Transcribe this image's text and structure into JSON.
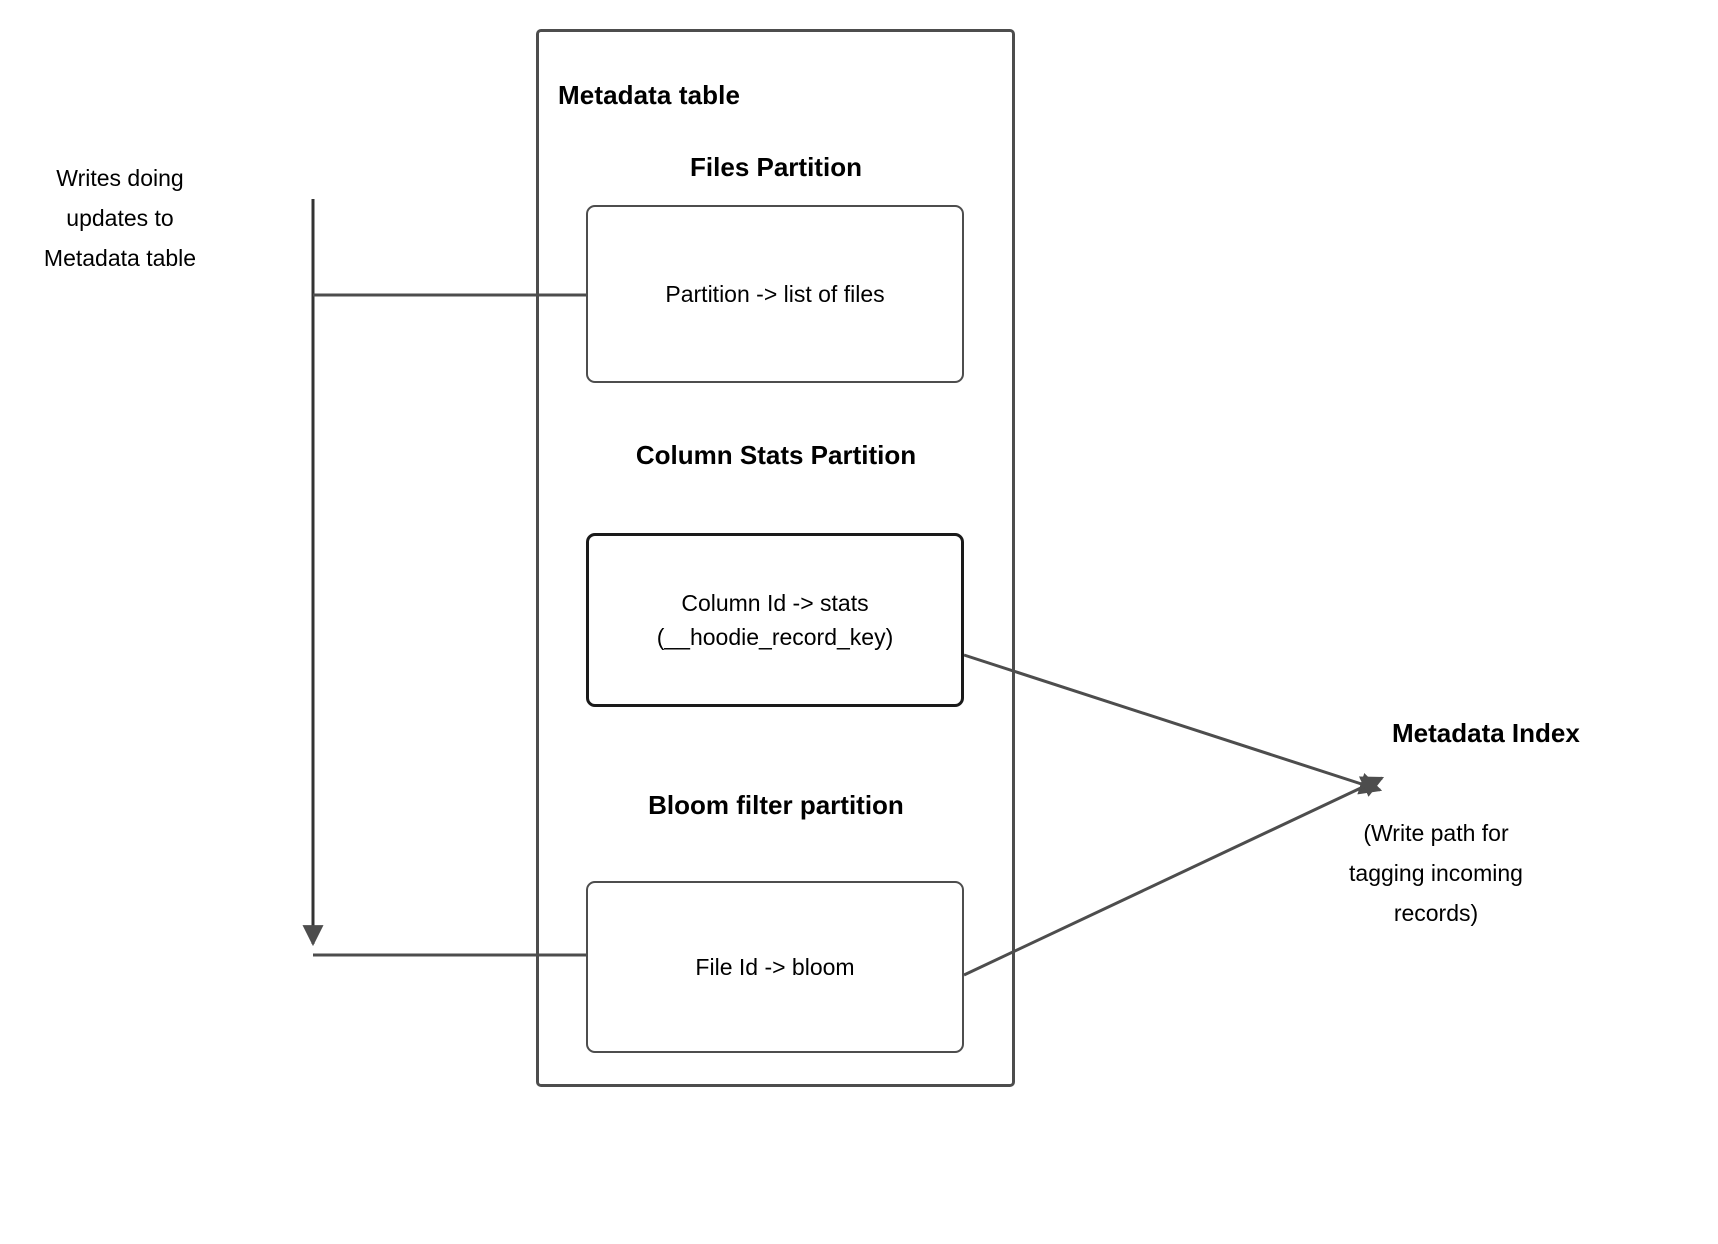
{
  "diagram": {
    "title": "Metadata table",
    "left_note": "Writes doing\nupdates to\nMetadata table",
    "sections": [
      {
        "heading": "Files Partition",
        "box_text": "Partition -> list of files"
      },
      {
        "heading": "Column Stats\nPartition",
        "box_text": "Column Id  -> stats\n(__hoodie_record_key)"
      },
      {
        "heading": "Bloom filter\npartition",
        "box_text": "File Id -> bloom"
      }
    ],
    "right": {
      "title": "Metadata Index",
      "note": "(Write path for\ntagging incoming\nrecords)"
    },
    "colors": {
      "line": "#4d4d4d",
      "line_dark": "#1a1a1a",
      "text": "#000000",
      "background": "#ffffff"
    }
  }
}
